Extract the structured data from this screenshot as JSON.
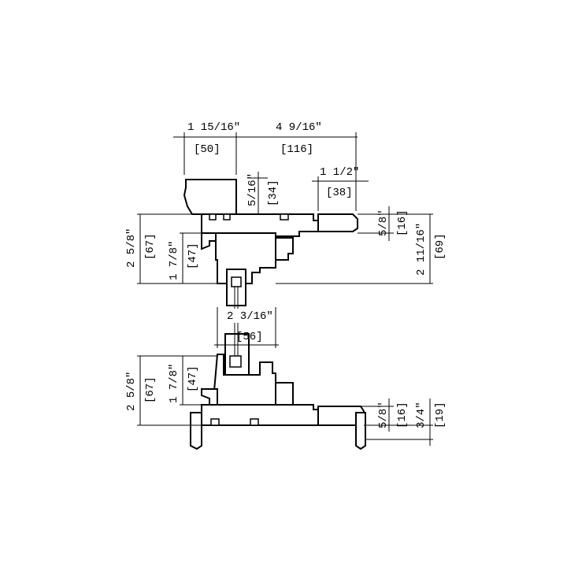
{
  "colors": {
    "line": "#000000",
    "background": "#ffffff"
  },
  "dimensions": {
    "top_width_left_in": "1 15/16\"",
    "top_width_left_mm": "[50]",
    "top_width_right_in": "4 9/16\"",
    "top_width_right_mm": "[116]",
    "upper_step_in": "5/16\"",
    "upper_step_mm": "[34]",
    "right_ext_in": "1 1/2\"",
    "right_ext_mm": "[38]",
    "upper_thk_in": "5/8\"",
    "upper_thk_mm": "[16]",
    "upper_total_in": "2 11/16\"",
    "upper_total_mm": "[69]",
    "upper_left_height_in": "2 5/8\"",
    "upper_left_height_mm": "[67]",
    "upper_inner_height_in": "1 7/8\"",
    "upper_inner_height_mm": "[47]",
    "center_width_in": "2 3/16\"",
    "center_width_mm": "[56]",
    "lower_left_height_in": "2 5/8\"",
    "lower_left_height_mm": "[67]",
    "lower_inner_height_in": "1 7/8\"",
    "lower_inner_height_mm": "[47]",
    "lower_thk_in": "5/8\"",
    "lower_thk_mm": "[16]",
    "lower_total_in": "3/4\"",
    "lower_total_mm": "[19]"
  }
}
